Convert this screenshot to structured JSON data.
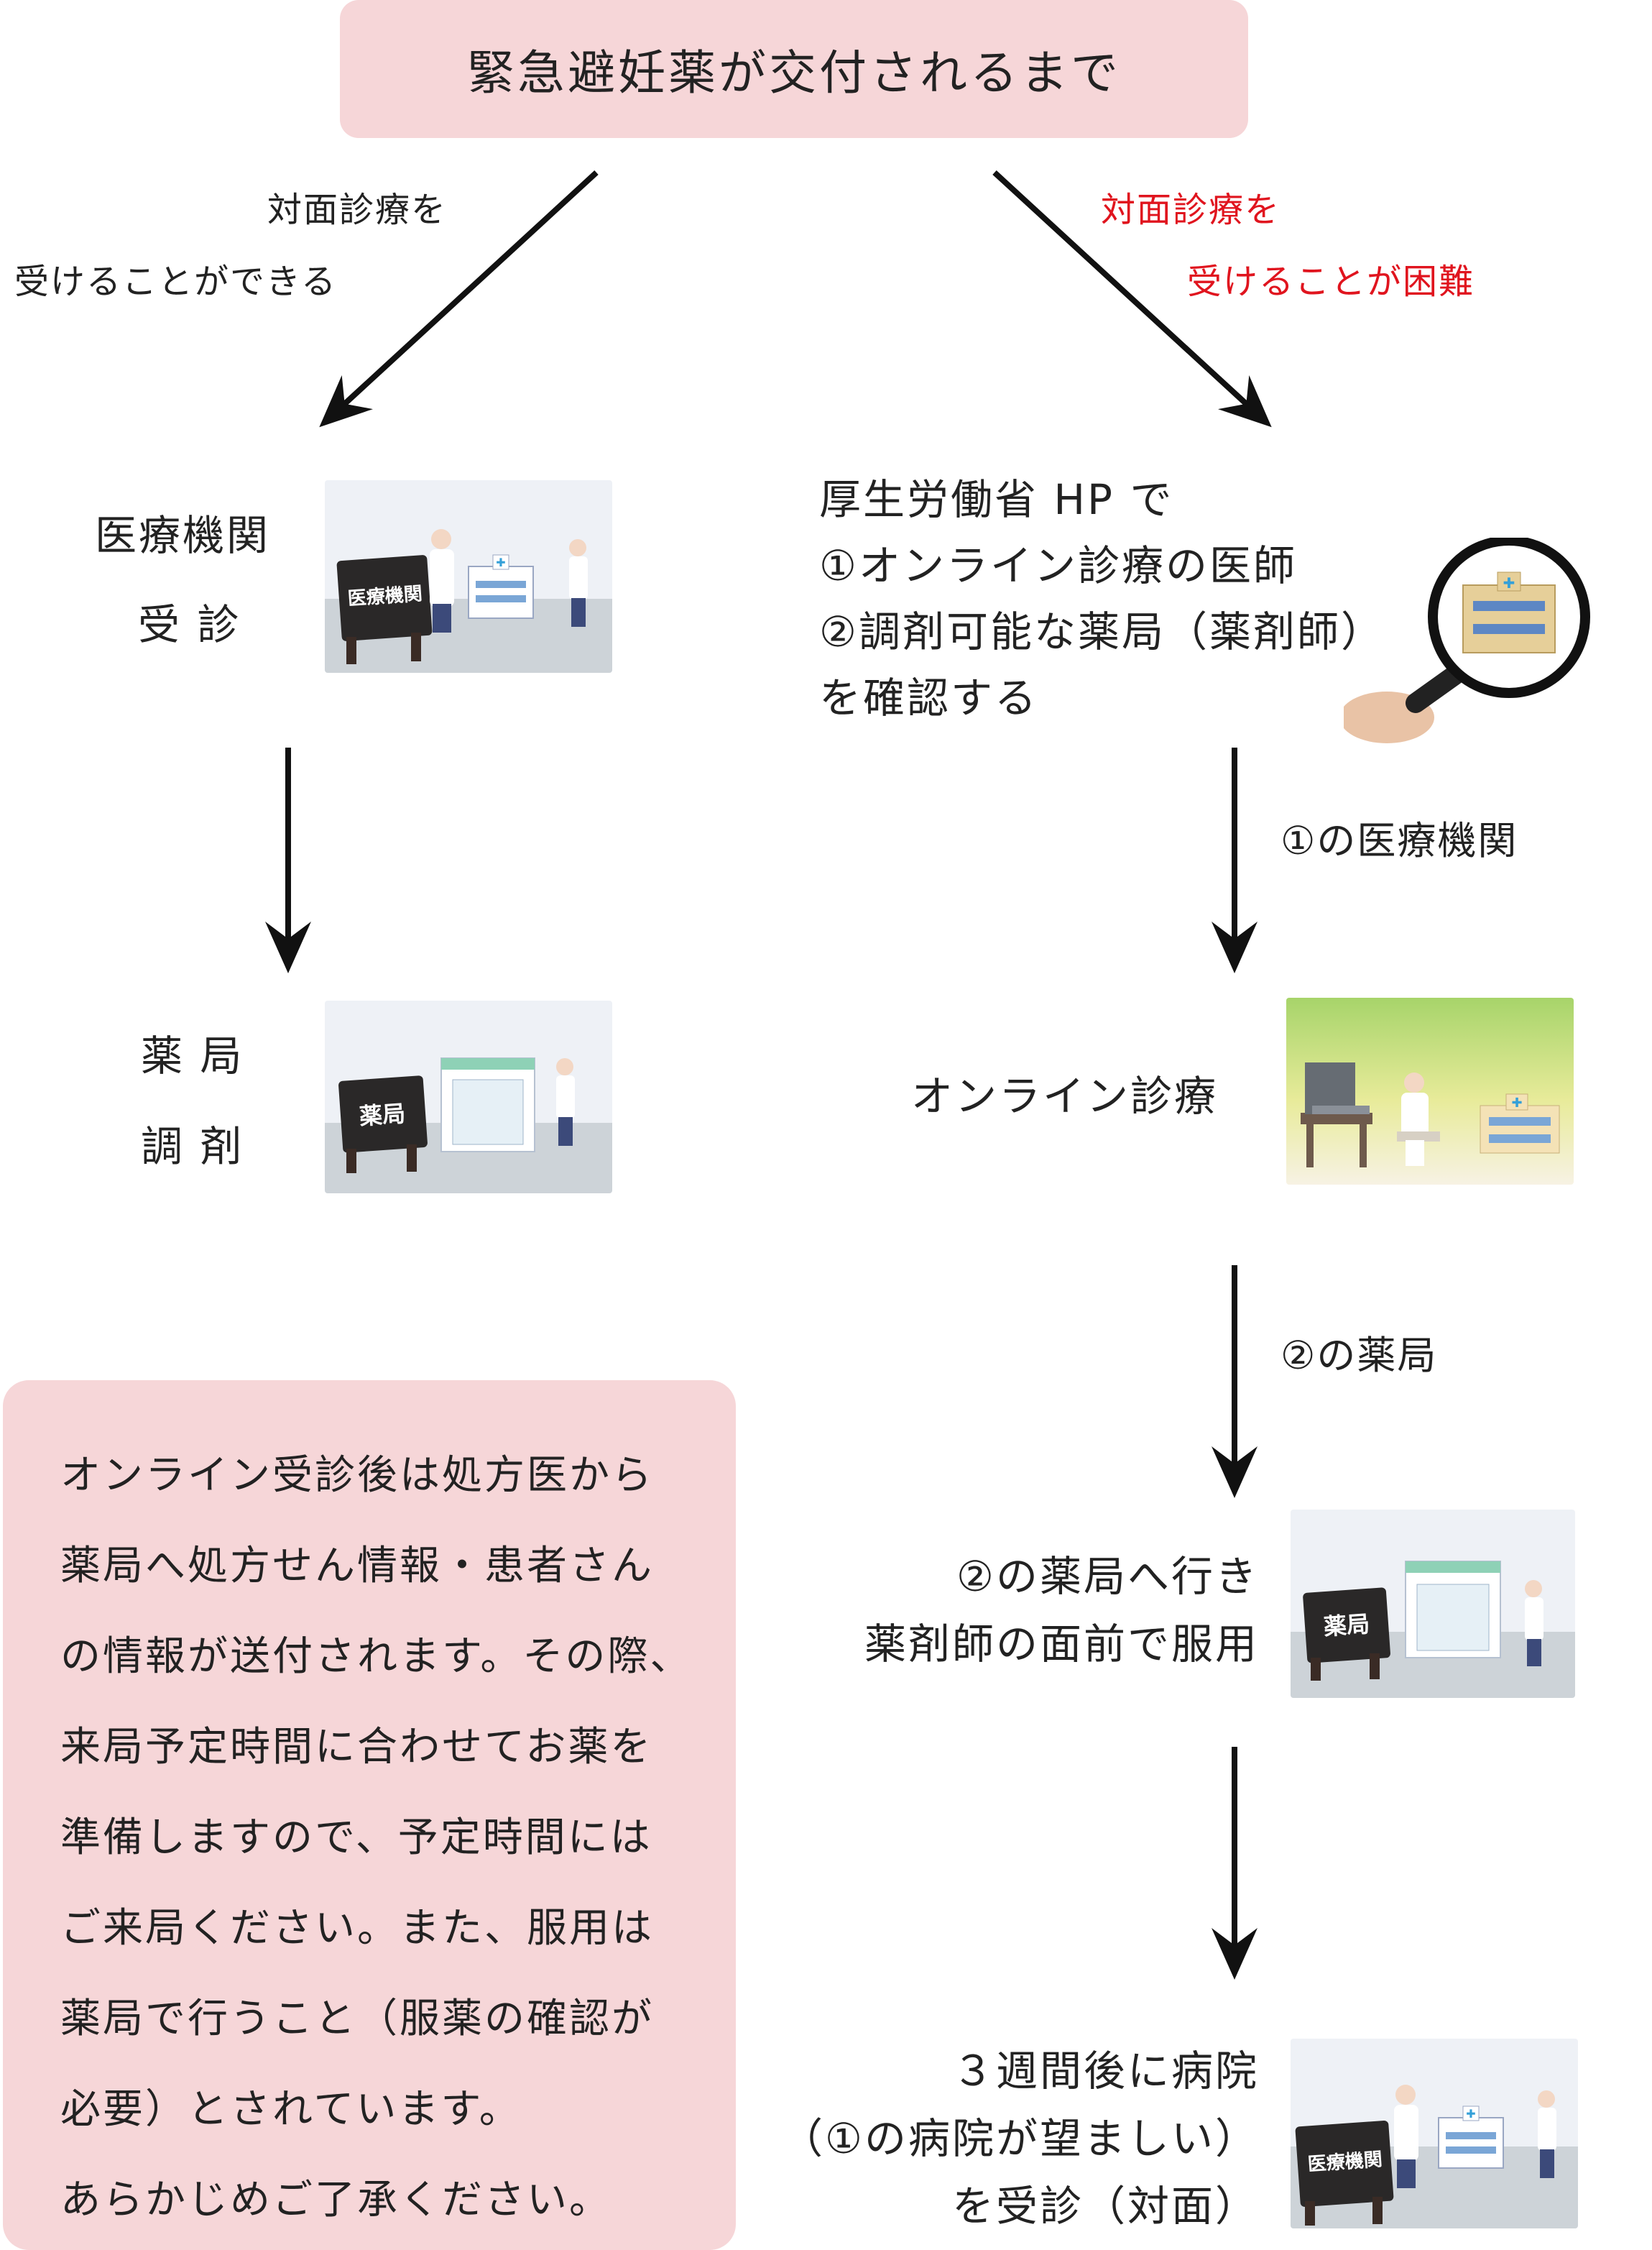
{
  "title": "緊急避妊薬が交付されるまで",
  "branch_left": {
    "line1": "対面診療を",
    "line2": "受けることができる"
  },
  "branch_right": {
    "line1": "対面診療を",
    "line2": "受けることが困難"
  },
  "left_flow": {
    "step1": {
      "line1": "医療機関",
      "line2": "受 診",
      "sign": "医療機関"
    },
    "step2": {
      "line1": "薬 局",
      "line2": "調 剤",
      "sign": "薬局"
    }
  },
  "right_flow": {
    "step1": {
      "lines": [
        "厚生労働省 HP で",
        "①オンライン診療の医師",
        "②調剤可能な薬局（薬剤師）",
        "を確認する"
      ]
    },
    "arrow1_label": "①の医療機関",
    "step2": {
      "label": "オンライン診療"
    },
    "arrow2_label": "②の薬局",
    "step3": {
      "line1": "②の薬局へ行き",
      "line2": "薬剤師の面前で服用",
      "sign": "薬局"
    },
    "step4": {
      "line1": "３週間後に病院",
      "line2": "（①の病院が望ましい）",
      "line3": "を受診（対面）",
      "sign": "医療機関"
    }
  },
  "note": {
    "lines": [
      "オンライン受診後は処方医から",
      "薬局へ処方せん情報・患者さん",
      "の情報が送付されます。その際、",
      "来局予定時間に合わせてお薬を",
      "準備しますので、予定時間には",
      "ご来局ください。また、服用は",
      "薬局で行うこと（服薬の確認が",
      "必要）とされています。",
      "あらかじめご了承ください。"
    ]
  },
  "colors": {
    "pink_box": "#f6d6d8",
    "red_text": "#e0141e",
    "arrow": "#111111"
  }
}
